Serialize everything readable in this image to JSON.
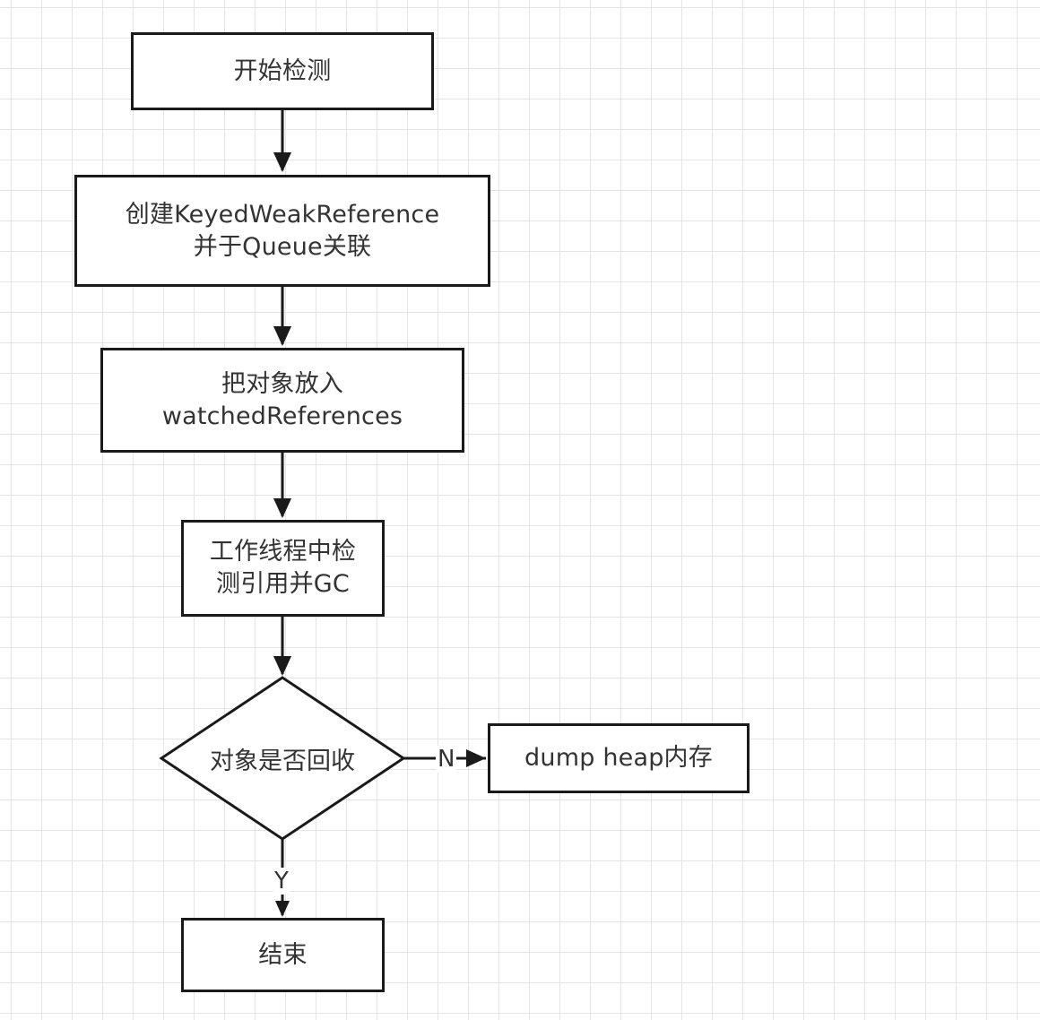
{
  "diagram": {
    "nodes": {
      "start": {
        "lines": [
          "开始检测"
        ]
      },
      "create_ref": {
        "lines": [
          "创建KeyedWeakReference",
          "并于Queue关联"
        ]
      },
      "put_object": {
        "lines": [
          "把对象放入",
          "watchedReferences"
        ]
      },
      "worker_check": {
        "lines": [
          "工作线程中检",
          "测引用并GC"
        ]
      },
      "decision": {
        "label": "对象是否回收"
      },
      "dump_heap": {
        "lines": [
          "dump heap内存"
        ]
      },
      "end": {
        "lines": [
          "结束"
        ]
      }
    },
    "edges": {
      "no_label": "N",
      "yes_label": "Y"
    }
  }
}
